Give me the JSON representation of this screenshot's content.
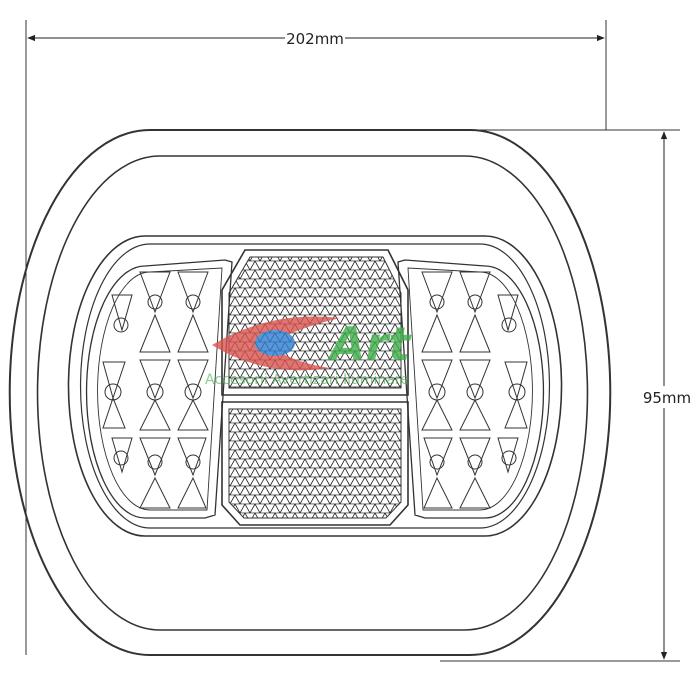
{
  "dimensions": {
    "width_label": "202mm",
    "height_label": "95mm"
  },
  "watermark": {
    "logo_text": "Art",
    "tagline": "Accesorii Avertizari Iluminare",
    "colors": {
      "red": "#d9534f",
      "blue": "#2f7fd1",
      "green": "#3fae4a"
    }
  },
  "colors": {
    "line": "#333333",
    "background": "#ffffff"
  },
  "icons": [
    "led-cell-icon",
    "reflector-mesh-icon"
  ]
}
